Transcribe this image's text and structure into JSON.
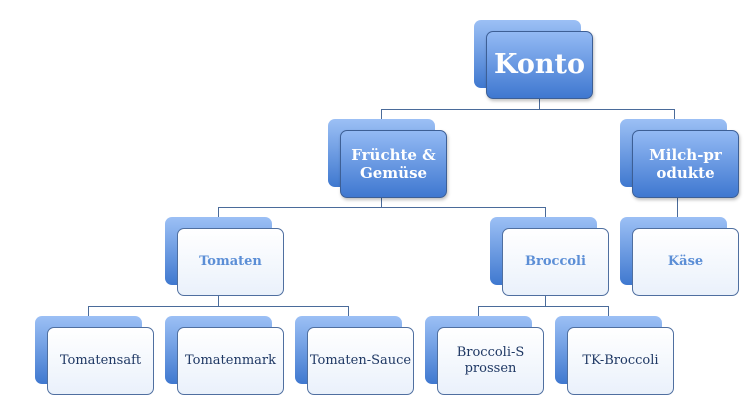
{
  "nodes": {
    "konto": "Konto",
    "fruechte": "Früchte & Gemüse",
    "milch": "Milch-produkte",
    "tomaten": "Tomaten",
    "broccoli": "Broccoli",
    "kaese": "Käse",
    "tomatensaft": "Tomatensaft",
    "tomatenmark": "Tomatenmark",
    "tomatensauce": "Tomaten-Sauce",
    "broccolisprossen": "Broccoli-Sprossen",
    "tkbroccoli": "TK-Broccoli"
  },
  "colors": {
    "box_blue": "#4f81d0",
    "connector": "#4a6b9a",
    "leaf_text": "#1f3864",
    "mid_text": "#5b8ed6"
  }
}
